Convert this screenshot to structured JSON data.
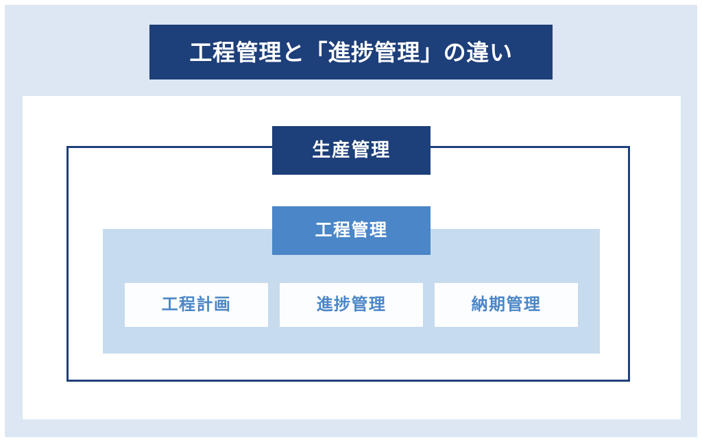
{
  "title": {
    "text": "工程管理と「進捗管理」の違い",
    "background": "#1d3f7a",
    "color": "#ffffff"
  },
  "diagram": {
    "outer_label": {
      "text": "生産管理",
      "background": "#1d3f7a",
      "color": "#ffffff"
    },
    "mid_label": {
      "text": "工程管理",
      "background": "#4a86c8",
      "color": "#ffffff"
    },
    "band_color": "#c7dbef",
    "outline_color": "#1d3f7a",
    "sub_items": [
      {
        "text": "工程計画",
        "color": "#4a86c8",
        "background": "#fcfdfe"
      },
      {
        "text": "進捗管理",
        "color": "#4a86c8",
        "background": "#fcfdfe"
      },
      {
        "text": "納期管理",
        "color": "#4a86c8",
        "background": "#fcfdfe"
      }
    ]
  },
  "page": {
    "panel_background": "#dce7f3",
    "card_background": "#ffffff"
  }
}
